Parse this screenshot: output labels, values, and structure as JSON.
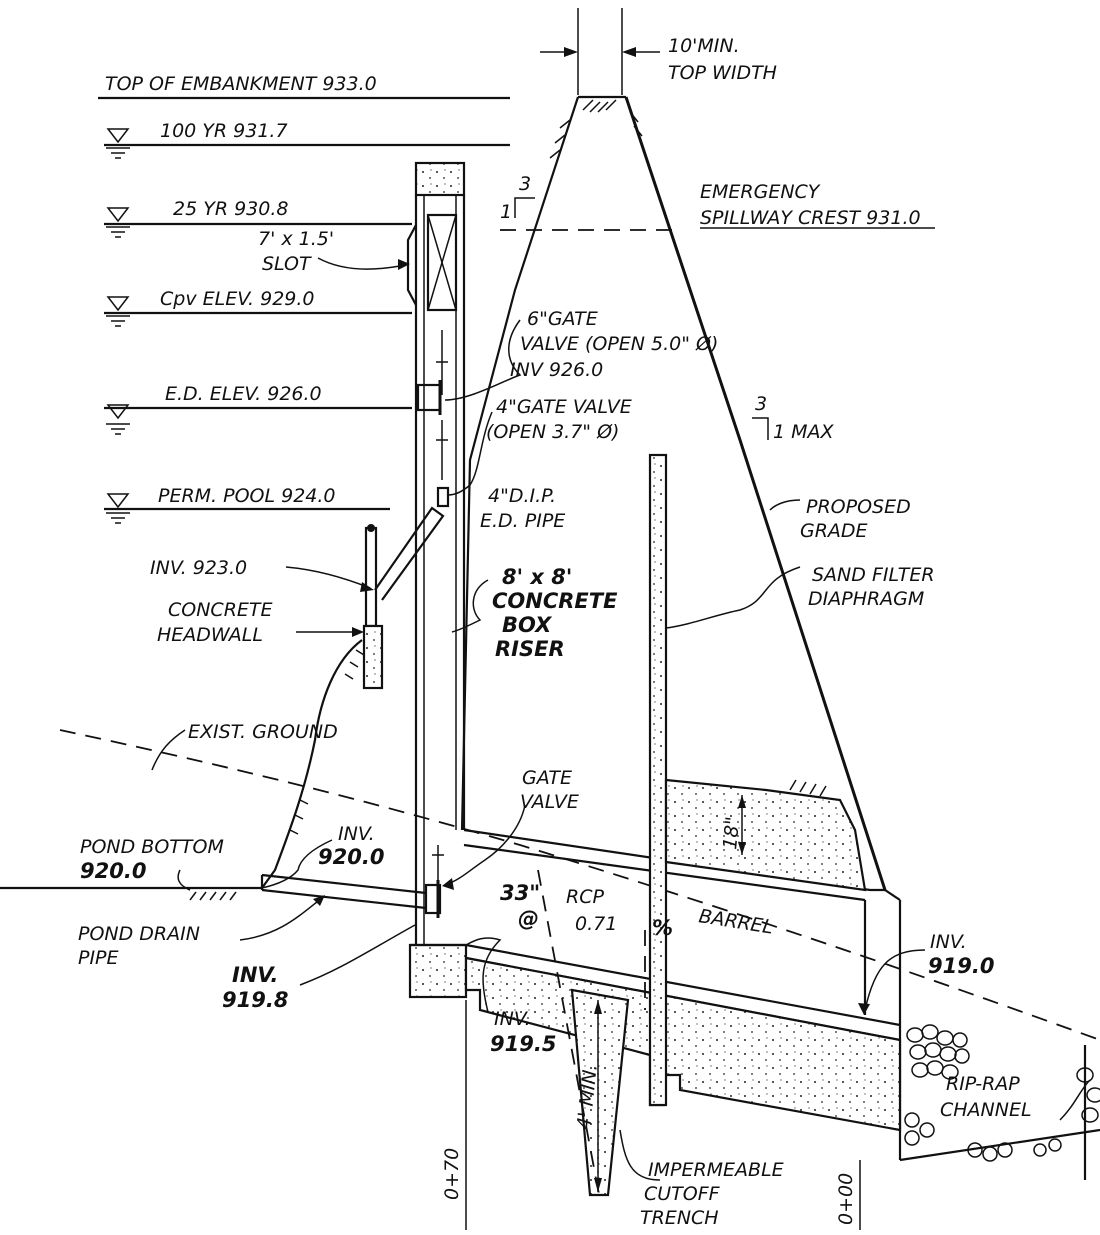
{
  "labels": {
    "top_width_a": "10'MIN.",
    "top_width_b": "TOP WIDTH",
    "top_embankment": "TOP OF EMBANKMENT 933.0",
    "wl_100yr": "100 YR 931.7",
    "wl_25yr": "25 YR 930.8",
    "slot_a": "7' x 1.5'",
    "slot_b": "SLOT",
    "cpv_elev": "Cpv ELEV. 929.0",
    "ed_elev": "E.D. ELEV. 926.0",
    "perm_pool": "PERM. POOL 924.0",
    "inv_923": "INV. 923.0",
    "concrete_headwall_a": "CONCRETE",
    "concrete_headwall_b": "HEADWALL",
    "exist_ground": "EXIST. GROUND",
    "pond_bottom_a": "POND BOTTOM",
    "pond_bottom_b": "920.0",
    "inv_920_a": "INV.",
    "inv_920_b": "920.0",
    "pond_drain_a": "POND DRAIN",
    "pond_drain_b": "PIPE",
    "inv_9198_a": "INV.",
    "inv_9198_b": "919.8",
    "slope_upstream_v": "3",
    "slope_upstream_h": "1",
    "emergency_a": "EMERGENCY",
    "emergency_b": "SPILLWAY CREST 931.0",
    "gate6_a": "6\"GATE",
    "gate6_b": "VALVE (OPEN 5.0\" Ø)",
    "gate6_c": "INV 926.0",
    "slope_downstream_h": "3",
    "slope_downstream_v": "1 MAX",
    "gate4_a": "4\"GATE VALVE",
    "gate4_b": "(OPEN 3.7\" Ø)",
    "dip_a": "4\"D.I.P.",
    "dip_b": "E.D. PIPE",
    "riser_a": "8' x 8'",
    "riser_b": "CONCRETE",
    "riser_c": "BOX",
    "riser_d": "RISER",
    "proposed_grade_a": "PROPOSED",
    "proposed_grade_b": "GRADE",
    "sand_filter_a": "SAND FILTER",
    "sand_filter_b": "DIAPHRAGM",
    "gate_valve_a": "GATE",
    "gate_valve_b": "VALVE",
    "rcp_size": "33\"",
    "rcp_type": "RCP",
    "rcp_at": "@",
    "rcp_slope": "0.71",
    "rcp_pct": "%",
    "barrel": "BARREL",
    "dim_18": "18\"",
    "inv_9195_a": "INV.",
    "inv_9195_b": "919.5",
    "inv_919_a": "INV.",
    "inv_919_b": "919.0",
    "dim_4min": "4' MIN.",
    "riprap_a": "RIP-RAP",
    "riprap_b": "CHANNEL",
    "cutoff_a": "IMPERMEABLE",
    "cutoff_b": "CUTOFF",
    "cutoff_c": "TRENCH",
    "station_070": "0+70",
    "station_000": "0+00"
  }
}
